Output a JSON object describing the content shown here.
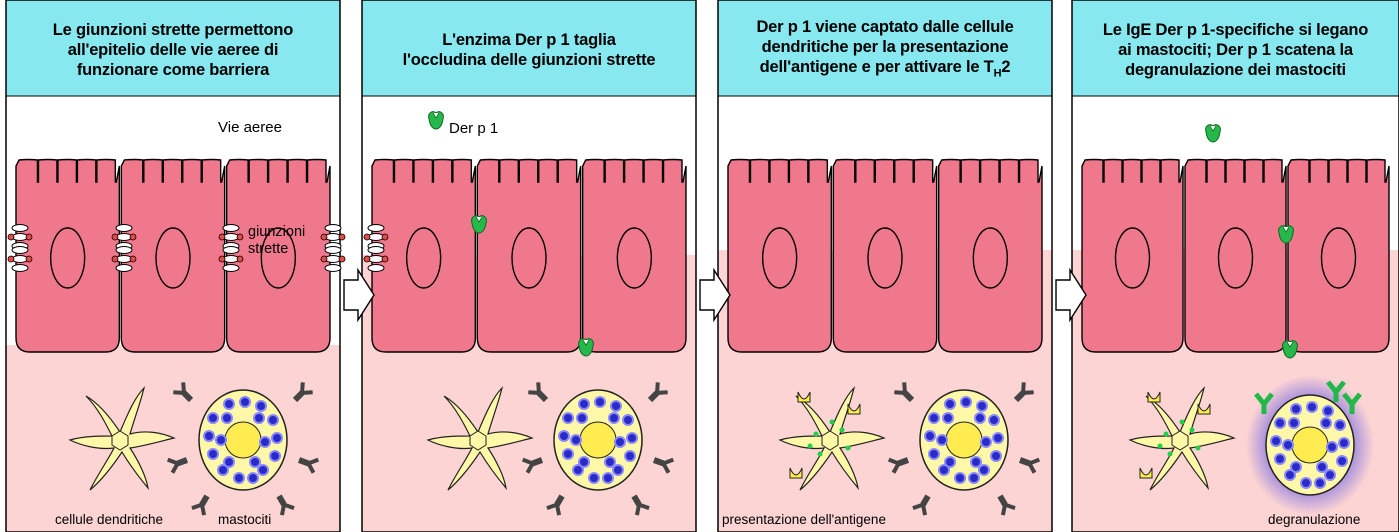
{
  "panels": [
    {
      "title_lines": [
        "Le giunzioni strette permettono",
        "all'epitelio delle vie aeree di",
        "funzionare come barriera"
      ]
    },
    {
      "title_lines": [
        "L'enzima Der p 1 taglia",
        "l'occludina delle giunzioni strette"
      ]
    },
    {
      "title_lines": [
        "Der p 1 viene captato dalle cellule",
        "dendritiche per la presentazione"
      ],
      "title_line3_text": "dell'antigene e per attivare le T",
      "title_line3_sub": "H",
      "title_line3_tail": "2"
    },
    {
      "title_lines": [
        "Le IgE Der p 1-specifiche si legano",
        "ai mastociti; Der p 1 scatena la",
        "degranulazione dei mastociti"
      ]
    }
  ],
  "labels": {
    "airway": "Vie aeree",
    "tight_junctions_1": "giunzioni",
    "tight_junctions_2": "strette",
    "der_p1": "Der p 1",
    "dendritic_cells": "cellule dendritiche",
    "mast_cells": "mastociti",
    "antigen_presentation": "presentazione dell'antigene",
    "degranulation": "degranulazione"
  },
  "colors": {
    "header_fill": "#88e8f0",
    "epithelium": "#f0788c",
    "tissue": "#fcd4d4",
    "dendritic": "#fff8a8",
    "mast_granule": "#2a2ac8",
    "allergen": "#22b848"
  }
}
